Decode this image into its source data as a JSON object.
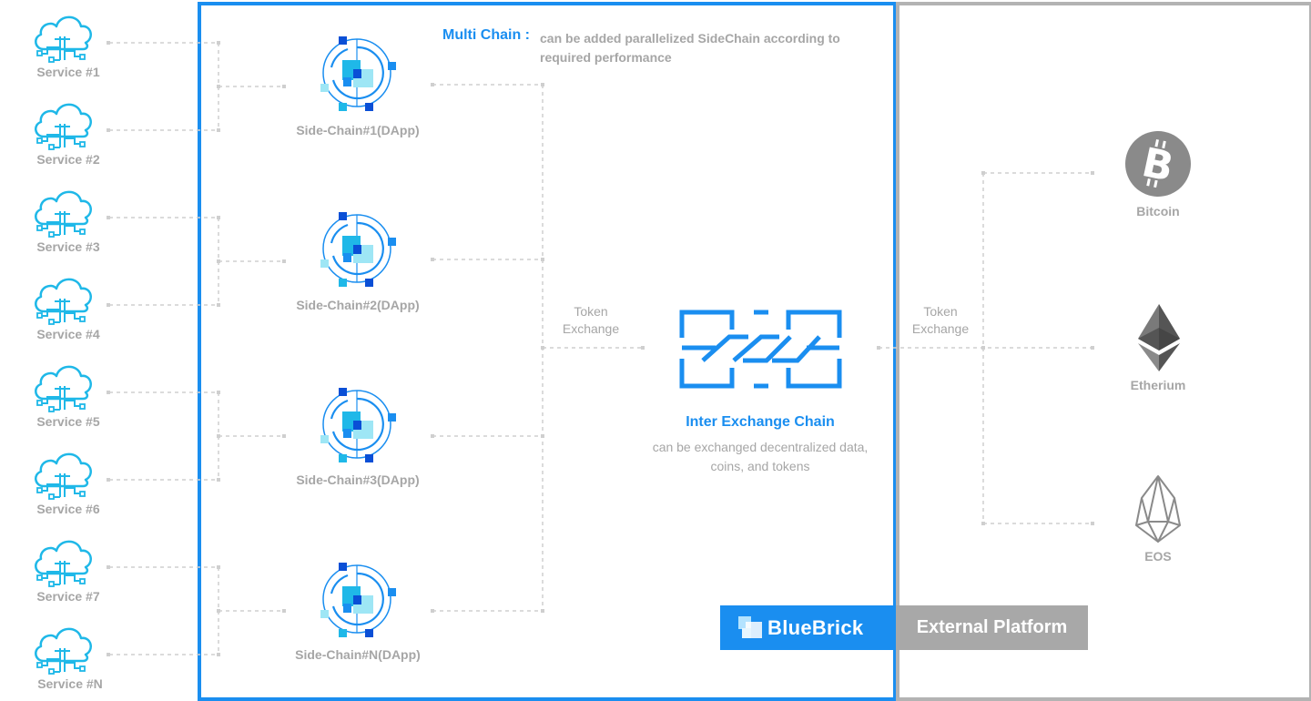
{
  "services": [
    {
      "label": "Service #1"
    },
    {
      "label": "Service #2"
    },
    {
      "label": "Service #3"
    },
    {
      "label": "Service #4"
    },
    {
      "label": "Service #5"
    },
    {
      "label": "Service #6"
    },
    {
      "label": "Service #7"
    },
    {
      "label": "Service #N"
    }
  ],
  "sidechains": [
    {
      "label": "Side-Chain#1(DApp)"
    },
    {
      "label": "Side-Chain#2(DApp)"
    },
    {
      "label": "Side-Chain#3(DApp)"
    },
    {
      "label": "Side-Chain#N(DApp)"
    }
  ],
  "multichain": {
    "title": "Multi Chain :",
    "desc": "can be added parallelized SideChain according to required performance"
  },
  "token_exchange_left": {
    "line1": "Token",
    "line2": "Exchange"
  },
  "token_exchange_right": {
    "line1": "Token",
    "line2": "Exchange"
  },
  "inter_exchange": {
    "title": "Inter Exchange Chain",
    "desc": "can be exchanged decentralized data, coins, and tokens"
  },
  "brand": {
    "name": "BlueBrick"
  },
  "external": {
    "label": "External Platform"
  },
  "coins": [
    {
      "label": "Bitcoin",
      "icon": "bitcoin-icon"
    },
    {
      "label": "Etherium",
      "icon": "ethereum-icon"
    },
    {
      "label": "EOS",
      "icon": "eos-icon"
    }
  ],
  "colors": {
    "blue": "#1a8ef0",
    "cloud": "#1fb8e8",
    "grey": "#a6a6a6",
    "frame_grey": "#b3b3b3"
  }
}
